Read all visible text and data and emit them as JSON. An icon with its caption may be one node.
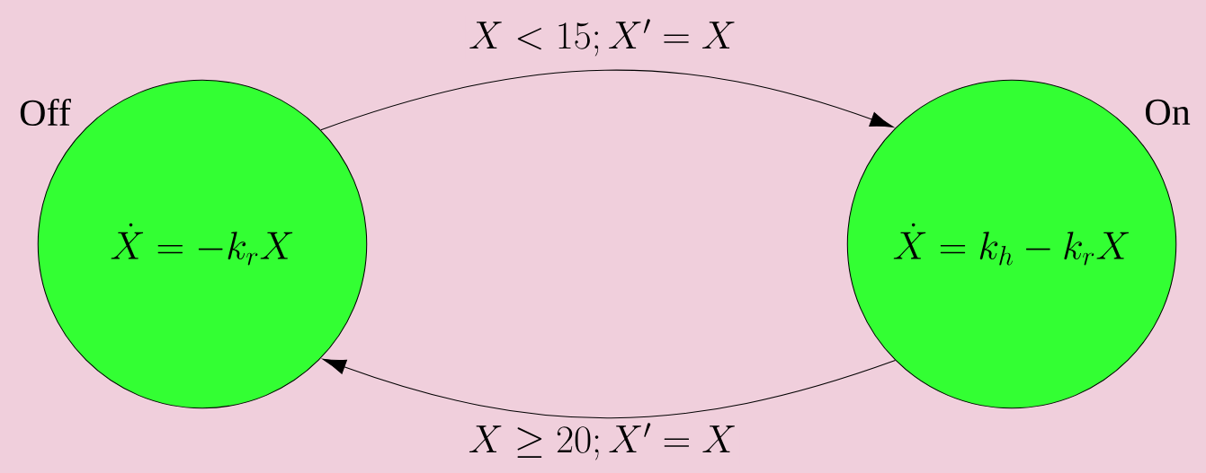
{
  "diagram": {
    "nodes": [
      {
        "text": [
          "\\dot{X} = -k_r X"
        ],
        "beside": [
          "Off"
        ]
      },
      {
        "text": [
          "\\dot{X} = k_h - k_r X"
        ],
        "beside": [
          "On"
        ]
      }
    ],
    "edges": [
      {
        "from": 0,
        "to": 1,
        "arrow": "to",
        "label": "X < 15; X' = X"
      },
      {
        "from": 1,
        "to": 0,
        "arrow": "to",
        "label": "X \\geq 20; X' = X"
      }
    ]
  }
}
